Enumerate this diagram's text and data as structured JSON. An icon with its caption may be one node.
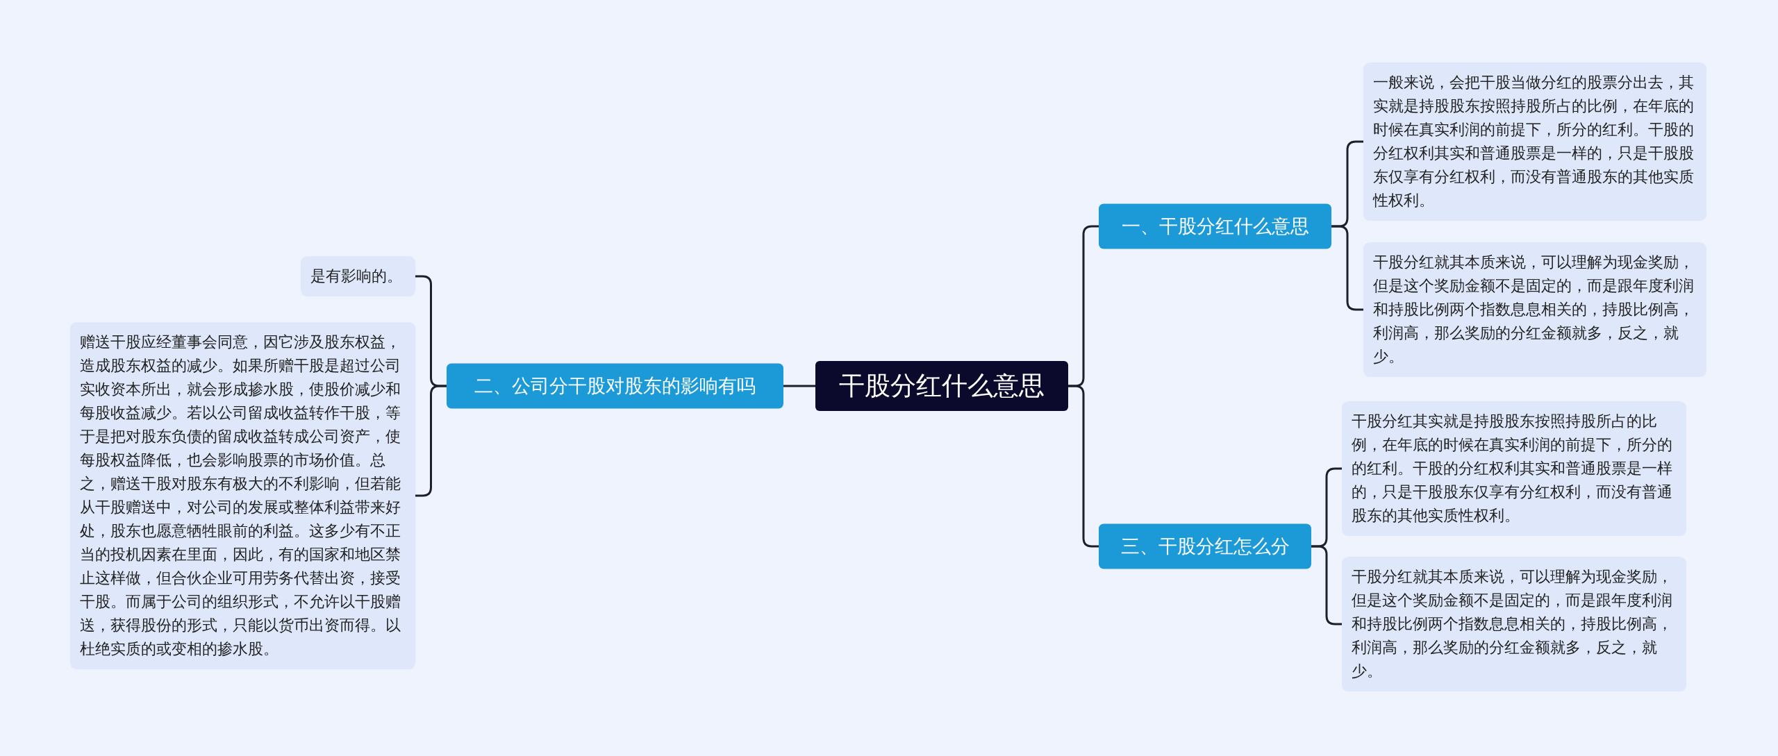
{
  "diagram": {
    "nodes": [
      {
        "text": [
          "干股分红什么意思"
        ]
      },
      {
        "text": [
          "一、干股分红什么意思"
        ]
      },
      {
        "text": [
          "一般来说，会把干股当做分红的股票分出去，其实就是持股股东按照持股所占的比例，在年底的时候在真实利润的前提下，所分的红利。干股的分红权利其实和普通股票是一样的，只是干股股东仅享有分红权利，而没有普通股东的其他实质性权利。"
        ]
      },
      {
        "text": [
          "干股分红就其本质来说，可以理解为现金奖励，但是这个奖励金额不是固定的，而是跟年度利润和持股比例两个指数息息相关的，持股比例高，利润高，那么奖励的分红金额就多，反之，就少。"
        ]
      },
      {
        "text": [
          "二、公司分干股对股东的影响有吗"
        ]
      },
      {
        "text": [
          "是有影响的。"
        ]
      },
      {
        "text": [
          "赠送干股应经董事会同意，因它涉及股东权益，造成股东权益的减少。如果所赠干股是超过公司实收资本所出，就会形成掺水股，使股价减少和每股收益减少。若以公司留成收益转作干股，等于是把对股东负债的留成收益转成公司资产，使每股权益降低，也会影响股票的市场价值。总之，赠送干股对股东有极大的不利影响，但若能从干股赠送中，对公司的发展或整体利益带来好处，股东也愿意牺牲眼前的利益。这多少有不正当的投机因素在里面，因此，有的国家和地区禁止这样做，但合伙企业可用劳务代替出资，接受干股。而属于公司的组织形式，不允许以干股赠送，获得股份的形式，只能以货币出资而得。以杜绝实质的或变相的掺水股。"
        ]
      },
      {
        "text": [
          "三、干股分红怎么分"
        ]
      },
      {
        "text": [
          "干股分红其实就是持股股东按照持股所占的比例，在年底的时候在真实利润的前提下，所分的的红利。干股的分红权利其实和普通股票是一样的，只是干股股东仅享有分红权利，而没有普通股东的其他实质性权利。"
        ]
      },
      {
        "text": [
          "干股分红就其本质来说，可以理解为现金奖励，但是这个奖励金额不是固定的，而是跟年度利润和持股比例两个指数息息相关的，持股比例高，利润高，那么奖励的分红金额就多，反之，就少。"
        ]
      }
    ],
    "edges": [
      {
        "from": 0,
        "to": 1,
        "arrow": "none"
      },
      {
        "from": 1,
        "to": 2,
        "arrow": "none"
      },
      {
        "from": 1,
        "to": 3,
        "arrow": "none"
      },
      {
        "from": 0,
        "to": 4,
        "arrow": "none"
      },
      {
        "from": 4,
        "to": 5,
        "arrow": "none"
      },
      {
        "from": 4,
        "to": 6,
        "arrow": "none"
      },
      {
        "from": 0,
        "to": 7,
        "arrow": "none"
      },
      {
        "from": 7,
        "to": 8,
        "arrow": "none"
      },
      {
        "from": 7,
        "to": 9,
        "arrow": "none"
      }
    ]
  }
}
